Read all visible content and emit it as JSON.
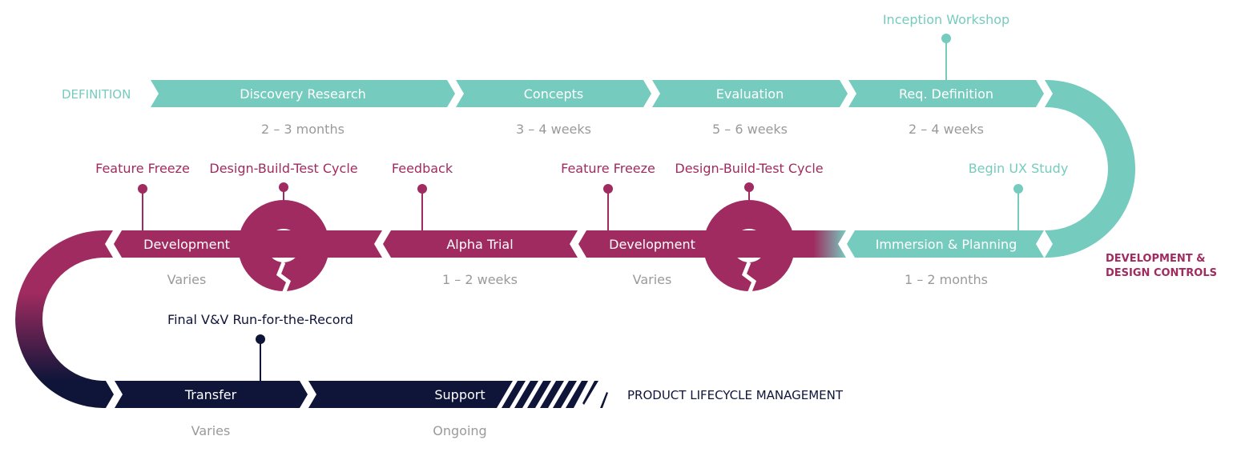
{
  "colors": {
    "teal": "#76cbbf",
    "magenta": "#a02b60",
    "navy": "#0e1539",
    "duration_gray": "#9a9a9a",
    "white": "#ffffff"
  },
  "sections": {
    "definition": "DEFINITION",
    "development_line1": "DEVELOPMENT &",
    "development_line2": "DESIGN CONTROLS",
    "lifecycle": "PRODUCT LIFECYCLE MANAGEMENT"
  },
  "rows": {
    "definition": {
      "stages": [
        {
          "label": "Discovery Research",
          "duration": "2 – 3 months"
        },
        {
          "label": "Concepts",
          "duration": "3 – 4 weeks"
        },
        {
          "label": "Evaluation",
          "duration": "5 – 6 weeks"
        },
        {
          "label": "Req. Definition",
          "duration": "2 – 4 weeks"
        }
      ],
      "milestones": [
        {
          "label": "Inception Workshop"
        }
      ]
    },
    "development": {
      "stages": [
        {
          "label": "Immersion & Planning",
          "duration": "1 – 2 months"
        },
        {
          "label": "Development",
          "duration": "Varies"
        },
        {
          "label": "Alpha Trial",
          "duration": "1 – 2 weeks"
        },
        {
          "label": "Development",
          "duration": "Varies"
        }
      ],
      "milestones": [
        {
          "label": "Begin UX Study"
        },
        {
          "label": "Design-Build-Test Cycle"
        },
        {
          "label": "Feature Freeze"
        },
        {
          "label": "Feedback"
        },
        {
          "label": "Design-Build-Test Cycle"
        },
        {
          "label": "Feature Freeze"
        }
      ]
    },
    "lifecycle": {
      "stages": [
        {
          "label": "Transfer",
          "duration": "Varies"
        },
        {
          "label": "Support",
          "duration": "Ongoing"
        }
      ],
      "milestones": [
        {
          "label": "Final V&V Run-for-the-Record"
        }
      ]
    }
  }
}
